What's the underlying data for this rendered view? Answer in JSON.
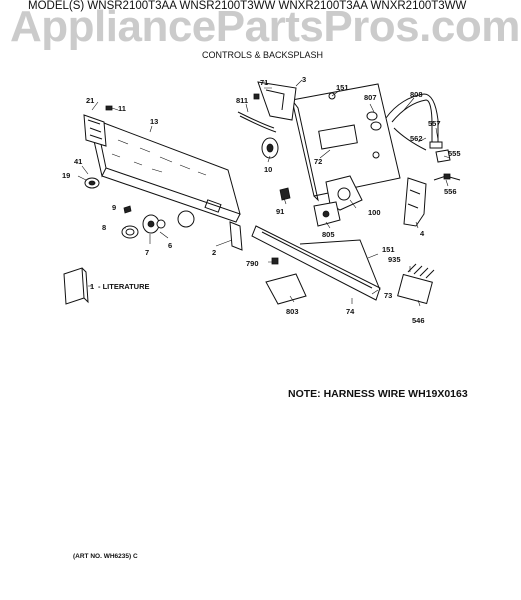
{
  "header": {
    "models": "MODEL(S) WNSR2100T3AA  WNSR2100T3WW  WNXR2100T3AA  WNXR2100T3WW",
    "watermark": "AppliancePartsPros.com",
    "subtitle": "CONTROLS & BACKSPLASH"
  },
  "parts": {
    "p71": "71",
    "p3": "3",
    "p151a": "151",
    "p807": "807",
    "p808": "808",
    "p811": "811",
    "p21": "21",
    "p11": "11",
    "p13": "13",
    "p557": "557",
    "p562": "562",
    "p555": "555",
    "p72": "72",
    "p10": "10",
    "p41": "41",
    "p19": "19",
    "p556": "556",
    "p91": "91",
    "p100": "100",
    "p9": "9",
    "p4": "4",
    "p8": "8",
    "p805": "805",
    "p6": "6",
    "p7": "7",
    "p2": "2",
    "p151b": "151",
    "p790": "790",
    "p935": "935",
    "p73": "73",
    "p803": "803",
    "p74": "74",
    "p546": "546",
    "p1": "1"
  },
  "literature_label": "- LITERATURE",
  "note": "NOTE: HARNESS WIRE WH19X0163",
  "art_no": "(ART NO. WH6235) C"
}
